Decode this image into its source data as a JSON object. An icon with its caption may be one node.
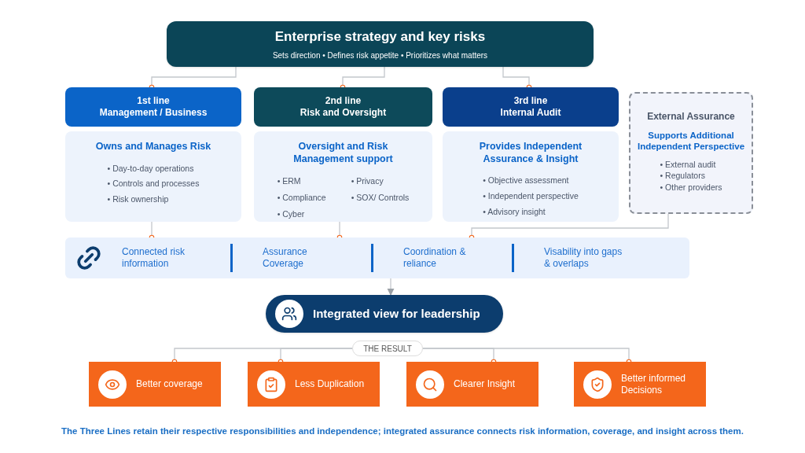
{
  "diagram": {
    "caption": "The Three Lines retain their respective responsibilities and independence; integrated assurance connects risk information, coverage, and insight across them.",
    "nodes": [
      {
        "text": [
          "Enterprise strategy and key risks",
          "Sets direction • Defines risk appetite • Prioritizes what matters"
        ]
      },
      {
        "text": [
          "1st line",
          "Management / Business"
        ]
      },
      {
        "text": [
          "Owns and Manages Risk",
          "• Day-to-day operations",
          "• Controls and processes",
          "• Risk ownership"
        ]
      },
      {
        "text": [
          "2nd line",
          "Risk and Oversight"
        ]
      },
      {
        "text": [
          "Oversight and Risk Management support",
          "• ERM",
          "• Compliance",
          "• Cyber",
          "• Privacy",
          "• SOX/ Controls"
        ]
      },
      {
        "text": [
          "3rd line",
          "Internal Audit"
        ]
      },
      {
        "text": [
          "Provides Independent Assurance & Insight",
          "• Objective assessment",
          "• Independent perspective",
          "• Advisory insight"
        ]
      },
      {
        "text": [
          "External Assurance",
          "Supports Additional Independent Perspective",
          "• External audit",
          "• Regulators",
          "• Other providers"
        ]
      },
      {
        "text": [
          "Connected risk information",
          "Assurance Coverage",
          "Coordination & reliance",
          "Visability into gaps & overlaps"
        ]
      },
      {
        "text": [
          "Integrated view for leadership"
        ]
      },
      {
        "text": [
          "THE RESULT"
        ]
      },
      {
        "text": [
          "Better coverage"
        ]
      },
      {
        "text": [
          "Less Duplication"
        ]
      },
      {
        "text": [
          "Clearer Insight"
        ]
      },
      {
        "text": [
          "Better informed Decisions"
        ]
      }
    ],
    "edges": [
      {
        "from": 0,
        "to": 1,
        "arrow": "other"
      },
      {
        "from": 0,
        "to": 3,
        "arrow": "other"
      },
      {
        "from": 0,
        "to": 5,
        "arrow": "other"
      },
      {
        "from": 2,
        "to": 8,
        "arrow": "other"
      },
      {
        "from": 4,
        "to": 8,
        "arrow": "other"
      },
      {
        "from": 7,
        "to": 8,
        "arrow": "other"
      },
      {
        "from": 8,
        "to": 9,
        "arrow": "to"
      },
      {
        "from": 10,
        "to": 11,
        "arrow": "other"
      },
      {
        "from": 10,
        "to": 12,
        "arrow": "other"
      },
      {
        "from": 10,
        "to": 13,
        "arrow": "other"
      },
      {
        "from": 10,
        "to": 14,
        "arrow": "other"
      }
    ]
  }
}
